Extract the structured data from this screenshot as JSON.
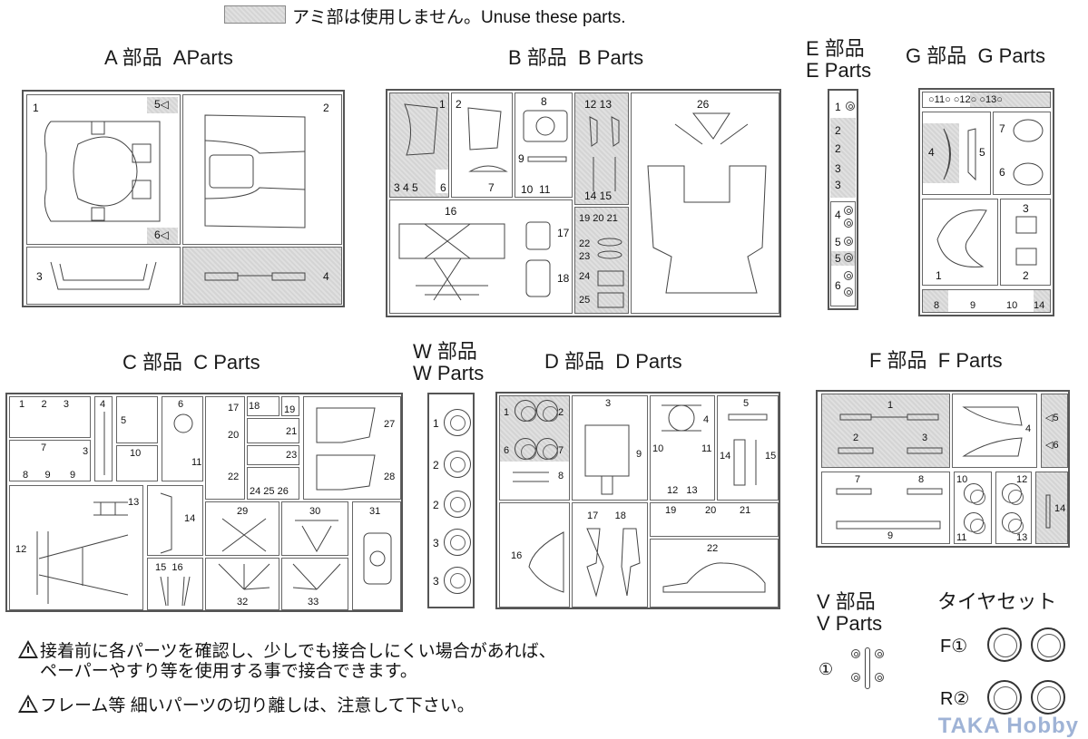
{
  "legend": {
    "text": "アミ部は使用しません。Unuse these parts.",
    "swatch": "gray-hatched"
  },
  "sections": {
    "A": {
      "title": "A 部品　APart s",
      "parts": [
        "1",
        "2",
        "3",
        "4",
        "5",
        "6"
      ],
      "unused": [
        "4",
        "5",
        "6"
      ]
    },
    "B": {
      "title": "B 部品　B  Parts",
      "parts": [
        "1",
        "2",
        "3",
        "4",
        "5",
        "6",
        "7",
        "8",
        "9",
        "10",
        "11",
        "12",
        "13",
        "14",
        "15",
        "16",
        "17",
        "18",
        "19",
        "20",
        "21",
        "22",
        "23",
        "24",
        "25",
        "26"
      ],
      "unused": [
        "1",
        "3",
        "4",
        "5",
        "12",
        "13",
        "14",
        "15",
        "19",
        "20",
        "21",
        "22",
        "23",
        "24",
        "25"
      ]
    },
    "E": {
      "title_jp": "E 部品",
      "title_en": "E  Parts",
      "parts": [
        "1",
        "2",
        "2",
        "3",
        "3",
        "4",
        "5",
        "5",
        "6"
      ],
      "unused": [
        "2",
        "3",
        "5"
      ]
    },
    "G": {
      "title": "G 部品　G  Parts",
      "parts": [
        "1",
        "2",
        "3",
        "4",
        "5",
        "6",
        "7",
        "8",
        "9",
        "10",
        "11",
        "12",
        "13",
        "14"
      ],
      "unused": [
        "4",
        "8",
        "12",
        "13",
        "14"
      ]
    },
    "C": {
      "title": "C 部品　C  Parts",
      "parts": [
        "1",
        "2",
        "3",
        "3",
        "4",
        "5",
        "6",
        "7",
        "8",
        "9",
        "9",
        "10",
        "11",
        "12",
        "13",
        "14",
        "15",
        "16",
        "17",
        "18",
        "19",
        "20",
        "21",
        "22",
        "23",
        "24",
        "25",
        "26",
        "27",
        "28",
        "29",
        "30",
        "31",
        "32",
        "33"
      ]
    },
    "W": {
      "title_jp": "W 部品",
      "title_en": "W  Parts",
      "parts": [
        "1",
        "2",
        "2",
        "3",
        "3"
      ]
    },
    "D": {
      "title": "D 部品　D  Parts",
      "parts": [
        "1",
        "2",
        "3",
        "4",
        "5",
        "6",
        "7",
        "8",
        "9",
        "10",
        "11",
        "12",
        "13",
        "14",
        "15",
        "16",
        "17",
        "18",
        "19",
        "20",
        "21",
        "22"
      ],
      "unused": [
        "1",
        "2",
        "6",
        "7"
      ]
    },
    "F": {
      "title": "F 部品　F  Parts",
      "parts": [
        "1",
        "2",
        "3",
        "4",
        "5",
        "6",
        "7",
        "8",
        "9",
        "10",
        "11",
        "12",
        "13",
        "14"
      ],
      "unused": [
        "1",
        "2",
        "3",
        "5",
        "6",
        "14"
      ]
    },
    "V": {
      "title_jp": "V 部品",
      "title_en": "V  Parts",
      "parts": [
        "①"
      ]
    },
    "tires": {
      "title": "タイヤセット",
      "front": "F①",
      "rear": "R②"
    }
  },
  "notes": [
    "接着前に各パーツを確認し、少しでも接合しにくい場合があれば、",
    "ペーパーやすり等を使用する事で接合できます。",
    "フレーム等 細いパーツの切り離しは、注意して下さい。"
  ],
  "watermark": "TAKA Hobby"
}
